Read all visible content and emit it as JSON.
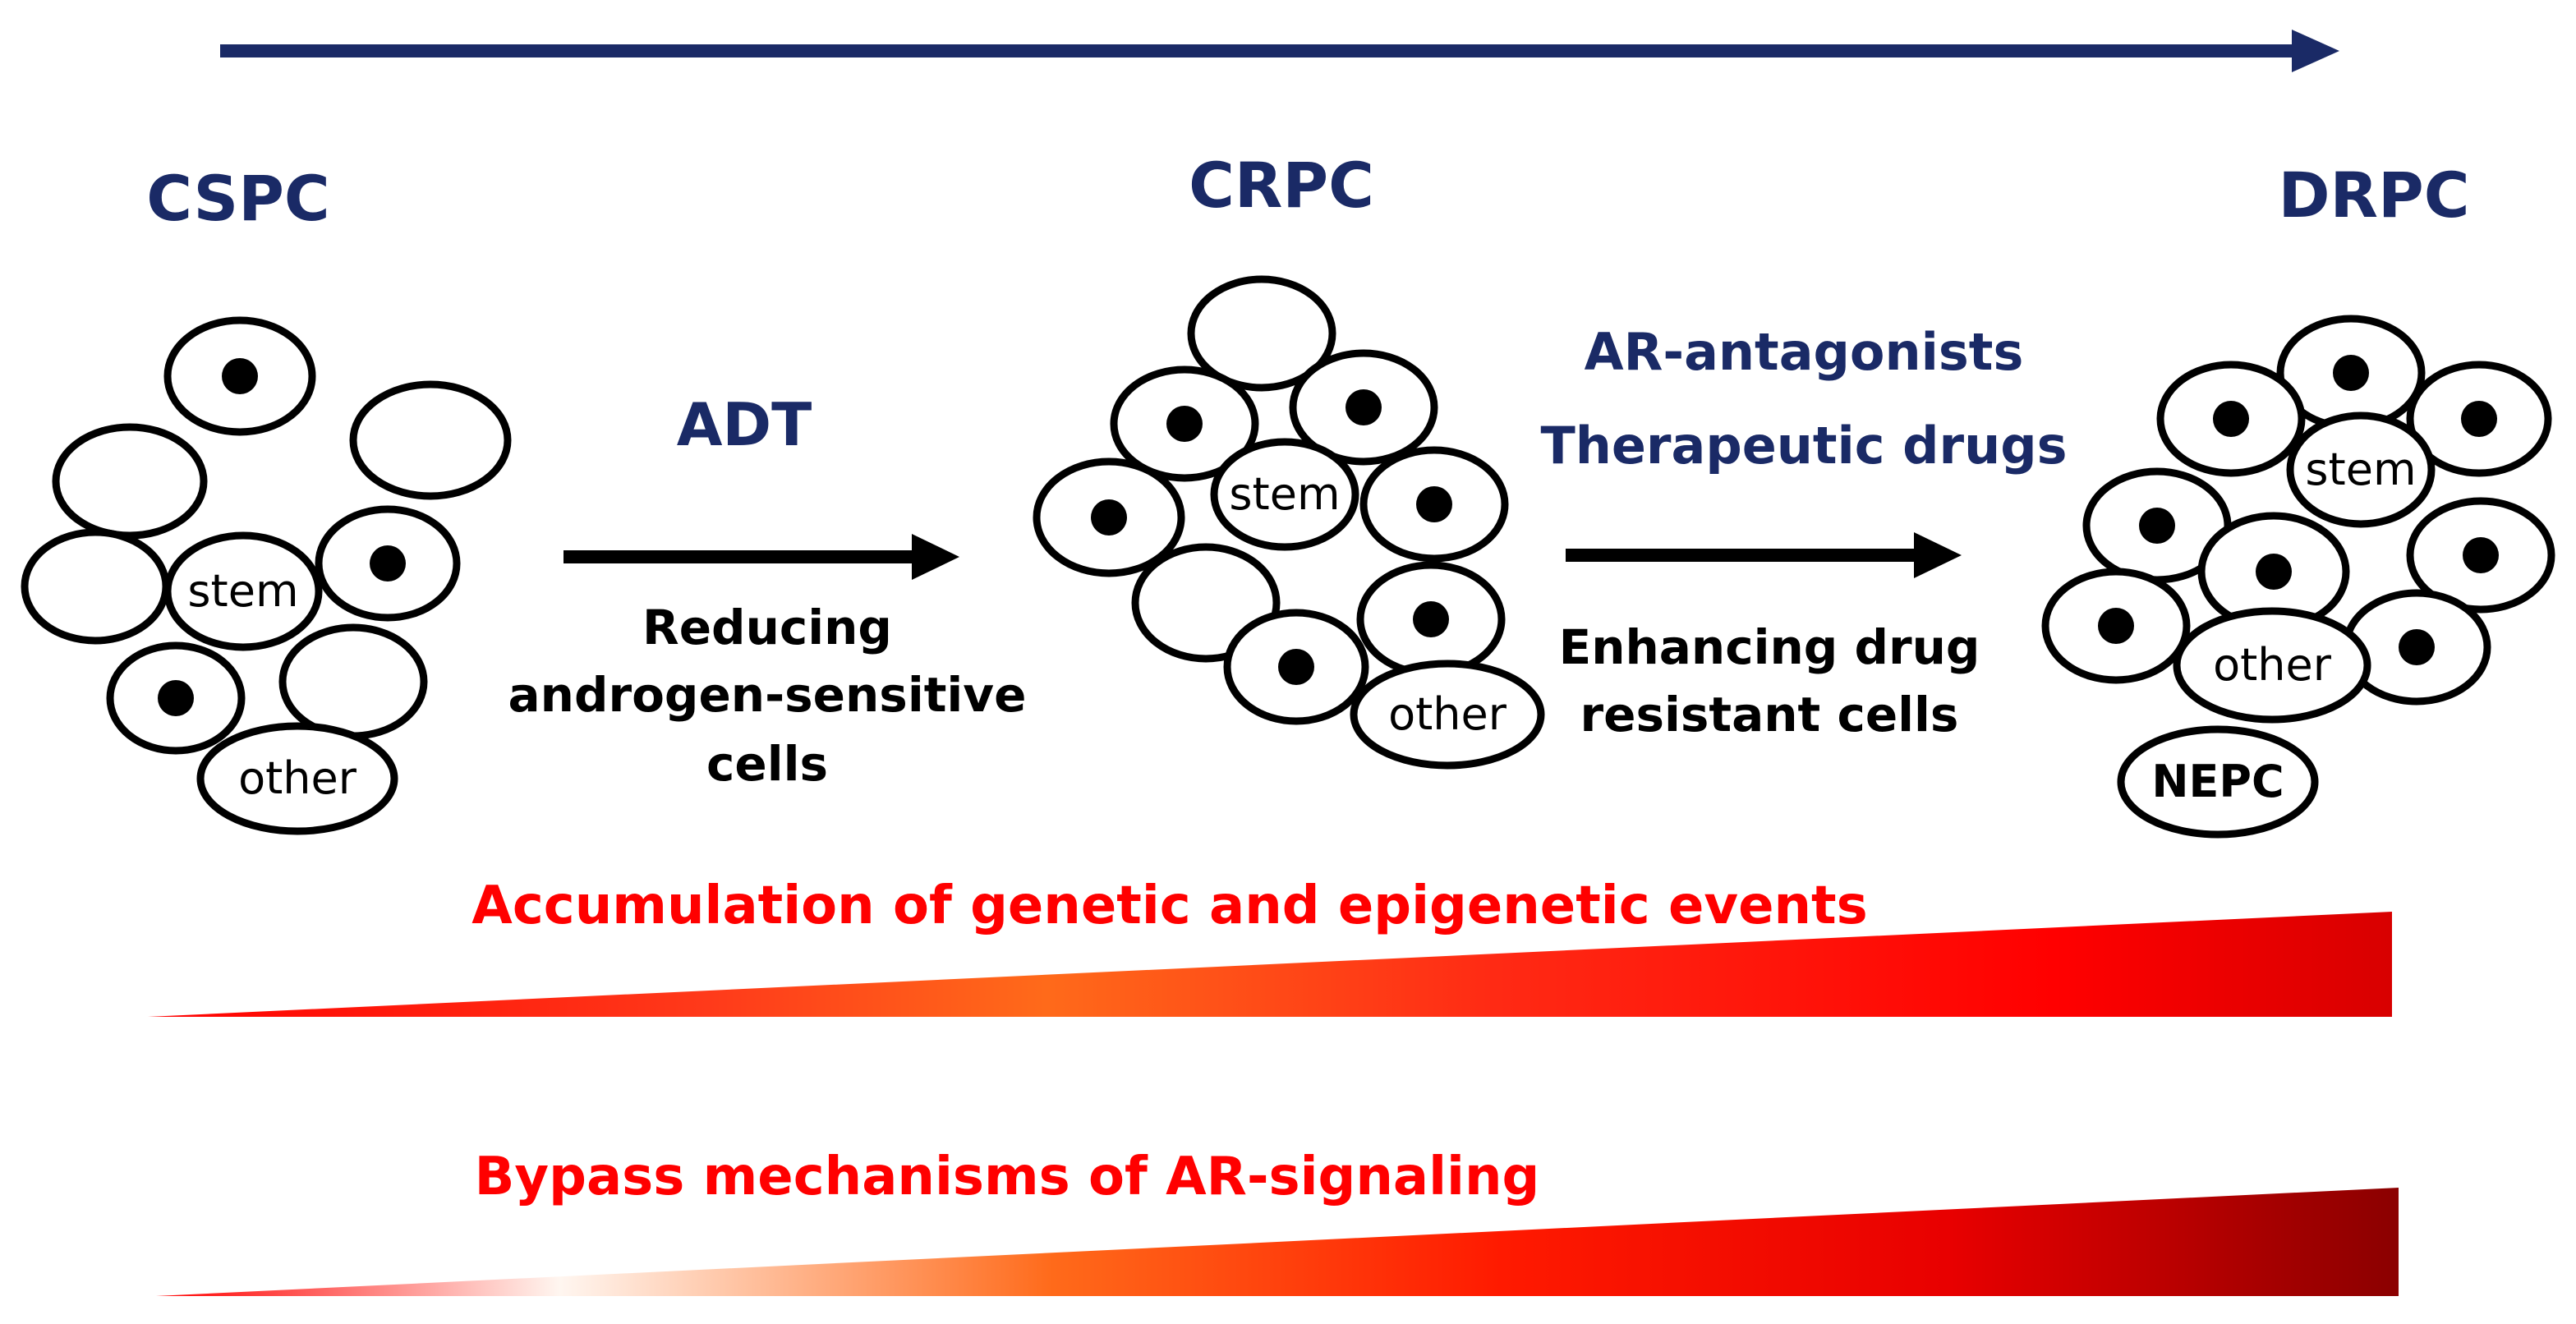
{
  "stages": {
    "cspc": "CSPC",
    "crpc": "CRPC",
    "drpc": "DRPC"
  },
  "cell_labels": {
    "stem": "stem",
    "other": "other",
    "nepc": "NEPC"
  },
  "step1": {
    "agent": "ADT",
    "effect": [
      "Reducing",
      "androgen-sensitive",
      "cells"
    ]
  },
  "step2": {
    "agents": [
      "AR-antagonists",
      "Therapeutic drugs"
    ],
    "effect": [
      "Enhancing drug",
      "resistant cells"
    ]
  },
  "bars": {
    "genetic": "Accumulation of genetic and epigenetic events",
    "bypass": "Bypass mechanisms of AR-signaling"
  },
  "colors": {
    "navy": "#1a2a66",
    "black": "#000000",
    "red": "#ff0000",
    "orange": "#ff6a1a",
    "dark_red": "#8b0000"
  }
}
